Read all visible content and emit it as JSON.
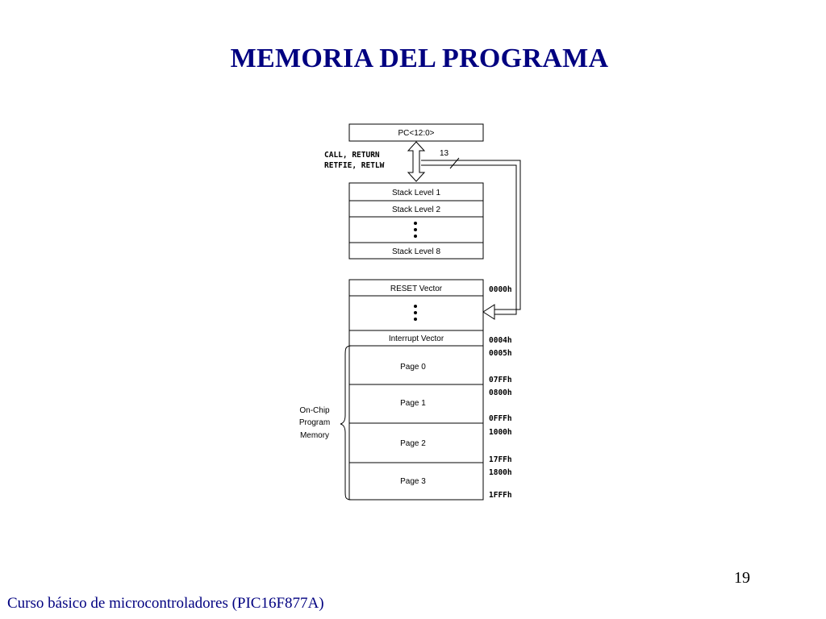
{
  "slide": {
    "title": "MEMORIA DEL PROGRAMA",
    "page_number": "19",
    "footer": "Curso básico de microcontroladores (PIC16F877A)"
  },
  "diagram": {
    "pc_label": "PC<12:0>",
    "stack_ops_line1": "CALL, RETURN",
    "stack_ops_line2": "RETFIE, RETLW",
    "bus_width": "13",
    "stack": {
      "level1": "Stack Level 1",
      "level2": "Stack Level 2",
      "level8": "Stack Level 8"
    },
    "memory": {
      "reset_vector": "RESET Vector",
      "interrupt_vector": "Interrupt Vector",
      "page0": "Page 0",
      "page1": "Page 1",
      "page2": "Page 2",
      "page3": "Page 3"
    },
    "addresses": {
      "a0000": "0000h",
      "a0004": "0004h",
      "a0005": "0005h",
      "a07FF": "07FFh",
      "a0800": "0800h",
      "a0FFF": "0FFFh",
      "a1000": "1000h",
      "a17FF": "17FFh",
      "a1800": "1800h",
      "a1FFF": "1FFFh"
    },
    "brace_label_line1": "On-Chip",
    "brace_label_line2": "Program",
    "brace_label_line3": "Memory"
  }
}
